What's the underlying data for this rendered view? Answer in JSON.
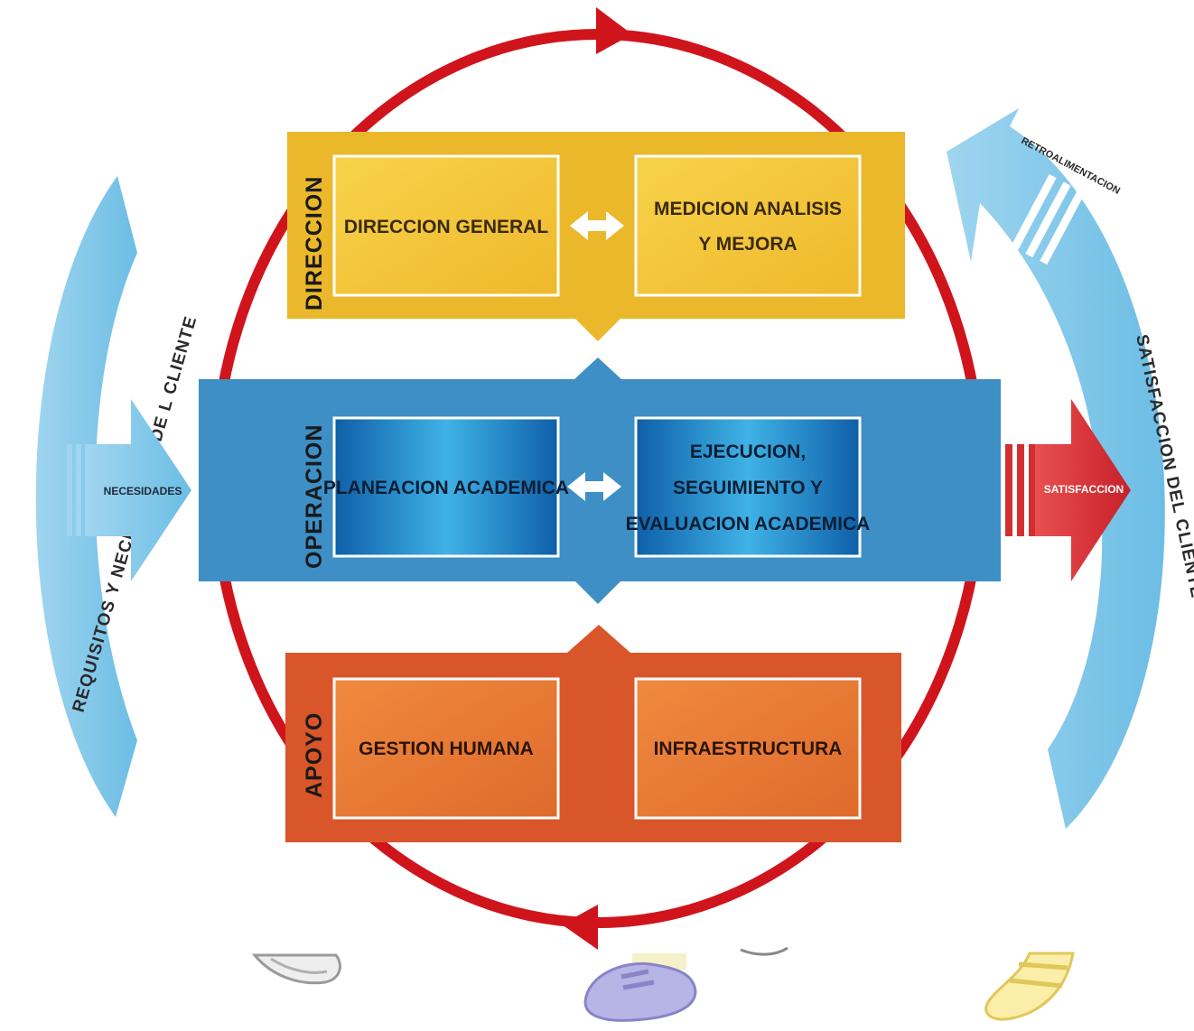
{
  "colors": {
    "cycle": "#d0141c",
    "direccion": "#eab82a",
    "direccion_box": "#f4c83c",
    "operacion": "#3d8fc6",
    "operacion_box": "#2a93d6",
    "apoyo": "#d9562a",
    "apoyo_box": "#ea7a3a",
    "client_arrow": "#7dc4e6",
    "satisfaction_arrow": "#d23030",
    "text_dark": "#222222"
  },
  "bands": {
    "direccion": {
      "title": "DIRECCION",
      "box_left": "DIRECCION GENERAL",
      "box_right": [
        "MEDICION ANALISIS",
        "Y MEJORA"
      ]
    },
    "operacion": {
      "title": "OPERACION",
      "box_left": "PLANEACION ACADEMICA",
      "box_right": [
        "EJECUCION,",
        "SEGUIMIENTO Y",
        "EVALUACION ACADEMICA"
      ]
    },
    "apoyo": {
      "title": "APOYO",
      "box_left": "GESTION HUMANA",
      "box_right": "INFRAESTRUCTURA"
    }
  },
  "side": {
    "left_arc_label": "REQUISITOS Y NECESIDADES DE L CLIENTE",
    "right_arc_label": "SATISFACCION DEL CLIENTE",
    "feedback_label": "RETROALIMENTACION",
    "input_arrow_label": "NECESIDADES",
    "output_arrow_label": "SATISFACCION"
  },
  "icons": {
    "double_arrow": "double-arrow-icon",
    "shoe_left": "white-shoe-icon",
    "shoe_middle": "purple-shoe-icon",
    "shoe_right": "sandal-icon"
  }
}
